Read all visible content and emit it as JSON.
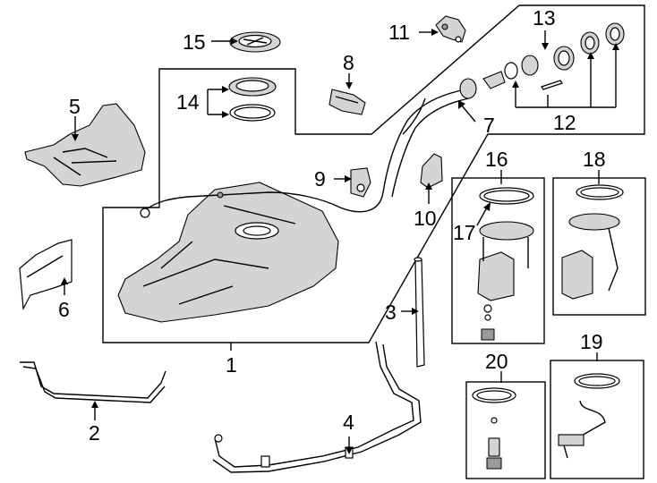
{
  "callouts": {
    "c1": "1",
    "c2": "2",
    "c3": "3",
    "c4": "4",
    "c5": "5",
    "c6": "6",
    "c7": "7",
    "c8": "8",
    "c9": "9",
    "c10": "10",
    "c11": "11",
    "c12": "12",
    "c13": "13",
    "c14": "14",
    "c15": "15",
    "c16": "16",
    "c17": "17",
    "c18": "18",
    "c19": "19",
    "c20": "20"
  },
  "colors": {
    "line": "#000000",
    "fill": "#ffffff",
    "shade": "#d4d4d4"
  }
}
